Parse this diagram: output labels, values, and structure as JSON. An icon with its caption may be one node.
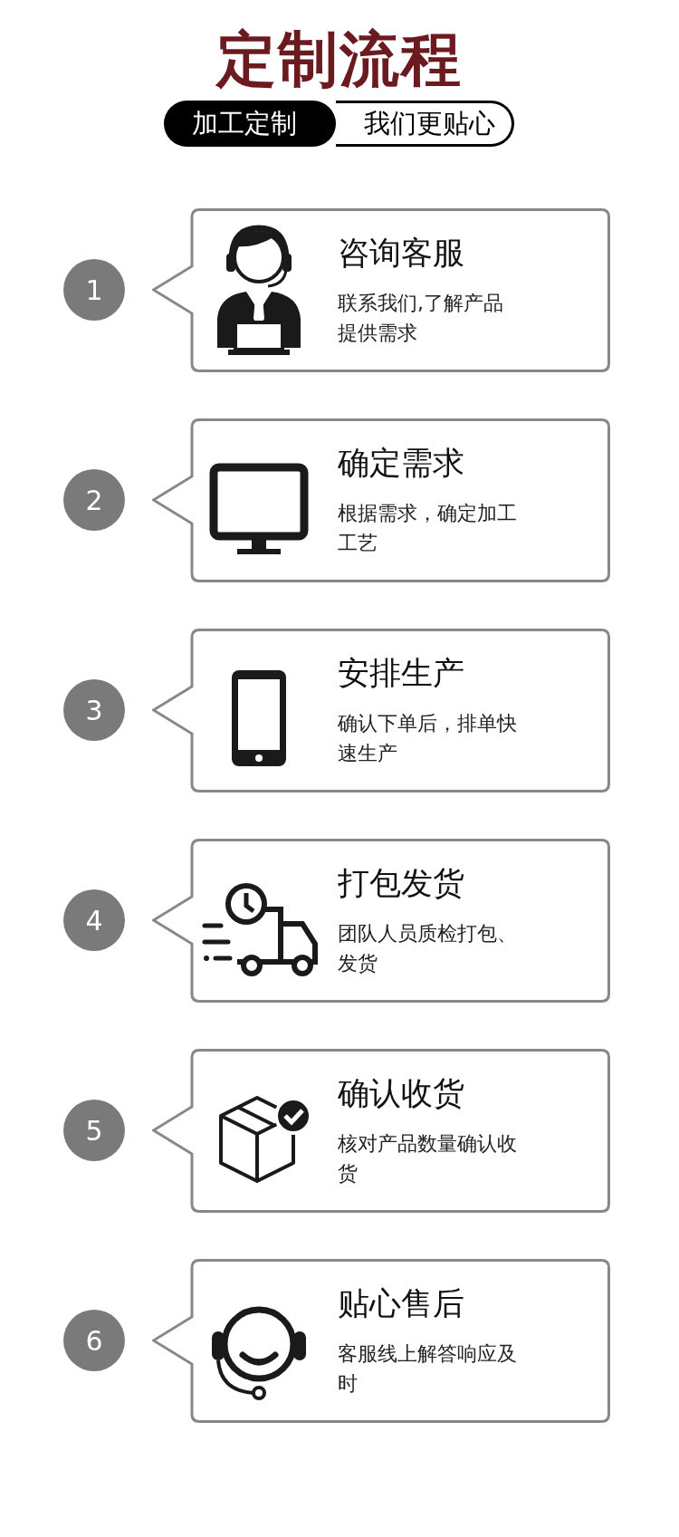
{
  "diagram": {
    "title": "定制流程",
    "nodes": [
      {
        "text": [
          "加工定制"
        ]
      },
      {
        "text": [
          "我们更贴心"
        ]
      },
      {
        "text": [
          "1"
        ]
      },
      {
        "text": [
          "咨询客服",
          "联系我们,了解产品提供需求"
        ]
      },
      {
        "text": [
          "2"
        ]
      },
      {
        "text": [
          "确定需求",
          "根据需求，确定加工工艺"
        ]
      },
      {
        "text": [
          "3"
        ]
      },
      {
        "text": [
          "安排生产",
          "确认下单后，排单快速生产"
        ]
      },
      {
        "text": [
          "4"
        ]
      },
      {
        "text": [
          "打包发货",
          "团队人员质检打包、发货"
        ]
      },
      {
        "text": [
          "5"
        ]
      },
      {
        "text": [
          "确认收货",
          "核对产品数量确认收货"
        ]
      },
      {
        "text": [
          "6"
        ]
      },
      {
        "text": [
          "贴心售后",
          "客服线上解答响应及时"
        ]
      }
    ],
    "edges": []
  }
}
